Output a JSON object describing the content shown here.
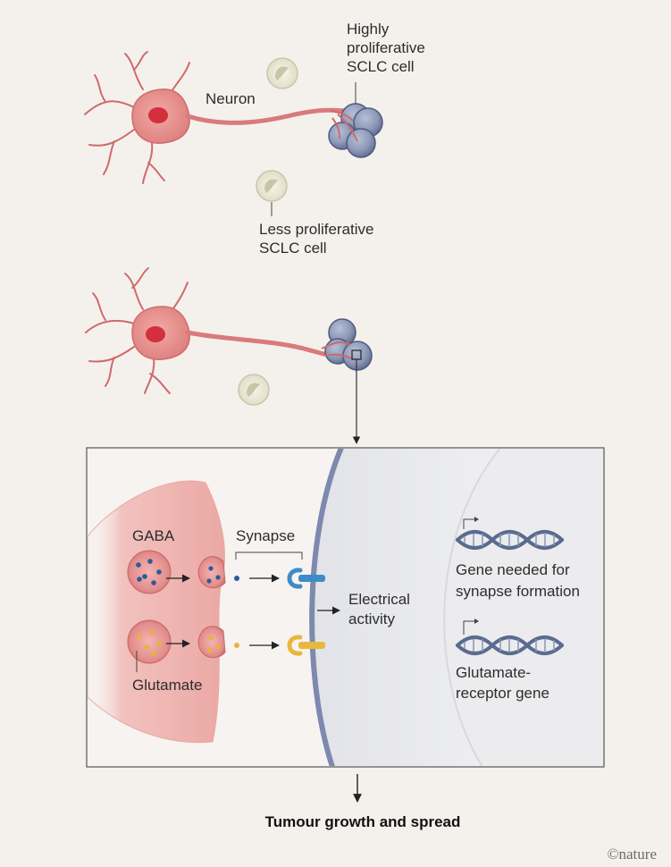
{
  "labels": {
    "highly_proliferative_line1": "Highly",
    "highly_proliferative_line2": "proliferative",
    "highly_proliferative_line3": "SCLC cell",
    "neuron": "Neuron",
    "less_proliferative_line1": "Less proliferative",
    "less_proliferative_line2": "SCLC cell",
    "gaba": "GABA",
    "synapse": "Synapse",
    "glutamate": "Glutamate",
    "electrical_activity_line1": "Electrical",
    "electrical_activity_line2": "activity",
    "gene_synapse_line1": "Gene needed for",
    "gene_synapse_line2": "synapse formation",
    "gene_glutamate_line1": "Glutamate-",
    "gene_glutamate_line2": "receptor gene",
    "outcome": "Tumour growth and spread",
    "brand": "©nature"
  },
  "colors": {
    "background": "#f4f1ec",
    "neuron": "#e8928f",
    "neuron_dark": "#c9545a",
    "nucleus": "#d42f3d",
    "tumour_cell": "#8e9ab8",
    "tumour_cell_dark": "#4f5b80",
    "quiet_cell": "#e9e6d3",
    "gaba": "#2a5b9c",
    "glutamate": "#e6b43a",
    "receptor_blue": "#3d8cc8",
    "receptor_yellow": "#e8b83c",
    "dna": "#5a6b90",
    "membrane": "#7d89ae"
  }
}
